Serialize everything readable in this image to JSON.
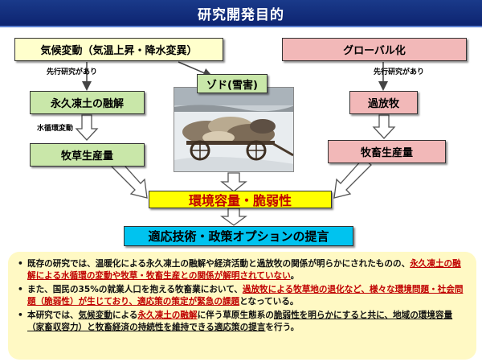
{
  "title": "研究開発目的",
  "boxes": {
    "climate": "気候変動（気温上昇・降水変異）",
    "global": "グローバル化",
    "permafrost": "永久凍土の融解",
    "zud": "ゾド(雪害)",
    "overgrazing": "過放牧",
    "pasture": "牧草生産量",
    "livestock": "牧畜生産量",
    "capacity": "環境容量・脆弱性",
    "proposal": "適応技術・政策オプションの提言"
  },
  "notes": {
    "prior_left": "先行研究があり",
    "prior_right": "先行研究があり",
    "water": "水循環変動"
  },
  "bullets": [
    {
      "segments": [
        {
          "text": "既存の研究では、温暖化による永久凍土の融解や経済活動と過放牧の関係が明らかにされたものの、",
          "style": ""
        },
        {
          "text": "永久凍土の融解による水循環の変動や牧草・牧畜生産との関係が解明されていない",
          "style": "red-ul"
        },
        {
          "text": "。",
          "style": ""
        }
      ]
    },
    {
      "segments": [
        {
          "text": "また、国民の35%の就業人口を抱える牧畜業において、",
          "style": ""
        },
        {
          "text": "過放牧による牧草地の退化など、様々な環境問題・社会問題（脆弱性）が生じており、適応策の策定が緊急の課題",
          "style": "red-ul"
        },
        {
          "text": "となっている。",
          "style": ""
        }
      ]
    },
    {
      "segments": [
        {
          "text": "本研究では、",
          "style": ""
        },
        {
          "text": "気候変動",
          "style": "ul"
        },
        {
          "text": "による",
          "style": ""
        },
        {
          "text": "永久凍土の融解",
          "style": "red-ul"
        },
        {
          "text": "に伴う草原生態系の",
          "style": ""
        },
        {
          "text": "脆弱性を明らかにすると共に、地域の環境容量（家畜収容力）と牧畜経済の持続性を維持できる適応策の提言",
          "style": "ul"
        },
        {
          "text": "を行う。",
          "style": ""
        }
      ]
    }
  ],
  "colors": {
    "title_bg": "#0d2470",
    "cream": "#ffffcc",
    "green": "#c9e7a9",
    "pink": "#f2b8b8",
    "yellow": "#ffff00",
    "cyan": "#00c3ef",
    "panel": "#fff9c4",
    "accent_red": "#c00000"
  },
  "photo": {
    "icon": "livestock-cart-snow-photo"
  }
}
